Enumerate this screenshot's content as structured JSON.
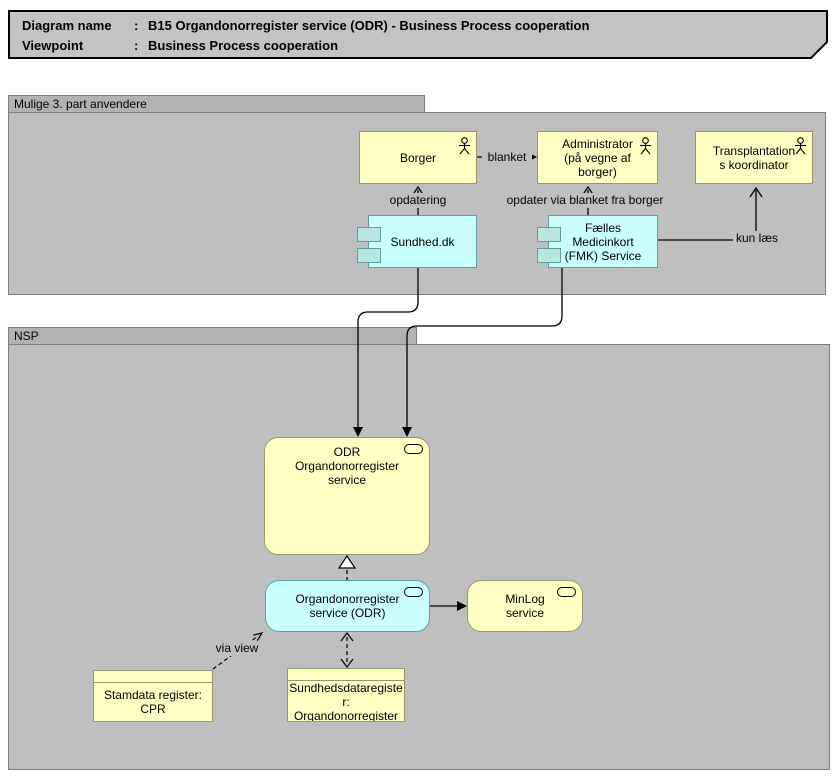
{
  "title_note": {
    "rows": [
      {
        "label": "Diagram name",
        "sep": ":",
        "value": "B15 Organdonorregister service (ODR) - Business Process cooperation"
      },
      {
        "label": "Viewpoint",
        "sep": ":",
        "value": "Business Process cooperation"
      }
    ]
  },
  "groups": {
    "third_party": {
      "label": "Mulige 3. part anvendere"
    },
    "nsp": {
      "label": "NSP"
    }
  },
  "nodes": {
    "borger": {
      "type": "business-actor",
      "lines": [
        "Borger"
      ]
    },
    "administrator": {
      "type": "business-actor",
      "lines": [
        "Administrator",
        "(på vegne af",
        "borger)"
      ]
    },
    "transplantation": {
      "type": "business-actor",
      "lines": [
        "Transplantation",
        "s koordinator"
      ]
    },
    "sundhed": {
      "type": "application-component",
      "lines": [
        "Sundhed.dk"
      ]
    },
    "fmk": {
      "type": "application-component",
      "lines": [
        "Fælles",
        "Medicinkort",
        "(FMK) Service"
      ]
    },
    "odr_service": {
      "type": "service",
      "lines": [
        "ODR",
        "Organdonorregister",
        "service"
      ]
    },
    "odr_app_service": {
      "type": "service",
      "lines": [
        "Organdonorregister",
        "service (ODR)"
      ]
    },
    "minlog": {
      "type": "service",
      "lines": [
        "MinLog",
        "service"
      ]
    },
    "stamdata": {
      "type": "data-object",
      "lines": [
        "Stamdata register:",
        "CPR"
      ]
    },
    "sundhedsdata": {
      "type": "data-object",
      "lines": [
        "Sundhedsdataregiste",
        "r:",
        "Organdonorregister"
      ]
    }
  },
  "edge_labels": {
    "blanket": "blanket",
    "opdatering": "opdatering",
    "opdater_via": "opdater via blanket fra borger",
    "kun_laes": "kun læs",
    "via_view": "via view"
  },
  "colors": {
    "yellow_fill": "#FFFFC3",
    "cyan_fill": "#C9FFFF",
    "group_body": "#BFBFBF",
    "group_tab": "#B2B2B2",
    "note_fill": "#C3C3C3",
    "yellow_border": "#96966E",
    "cyan_border": "#5F9EA0",
    "line": "#000000"
  }
}
